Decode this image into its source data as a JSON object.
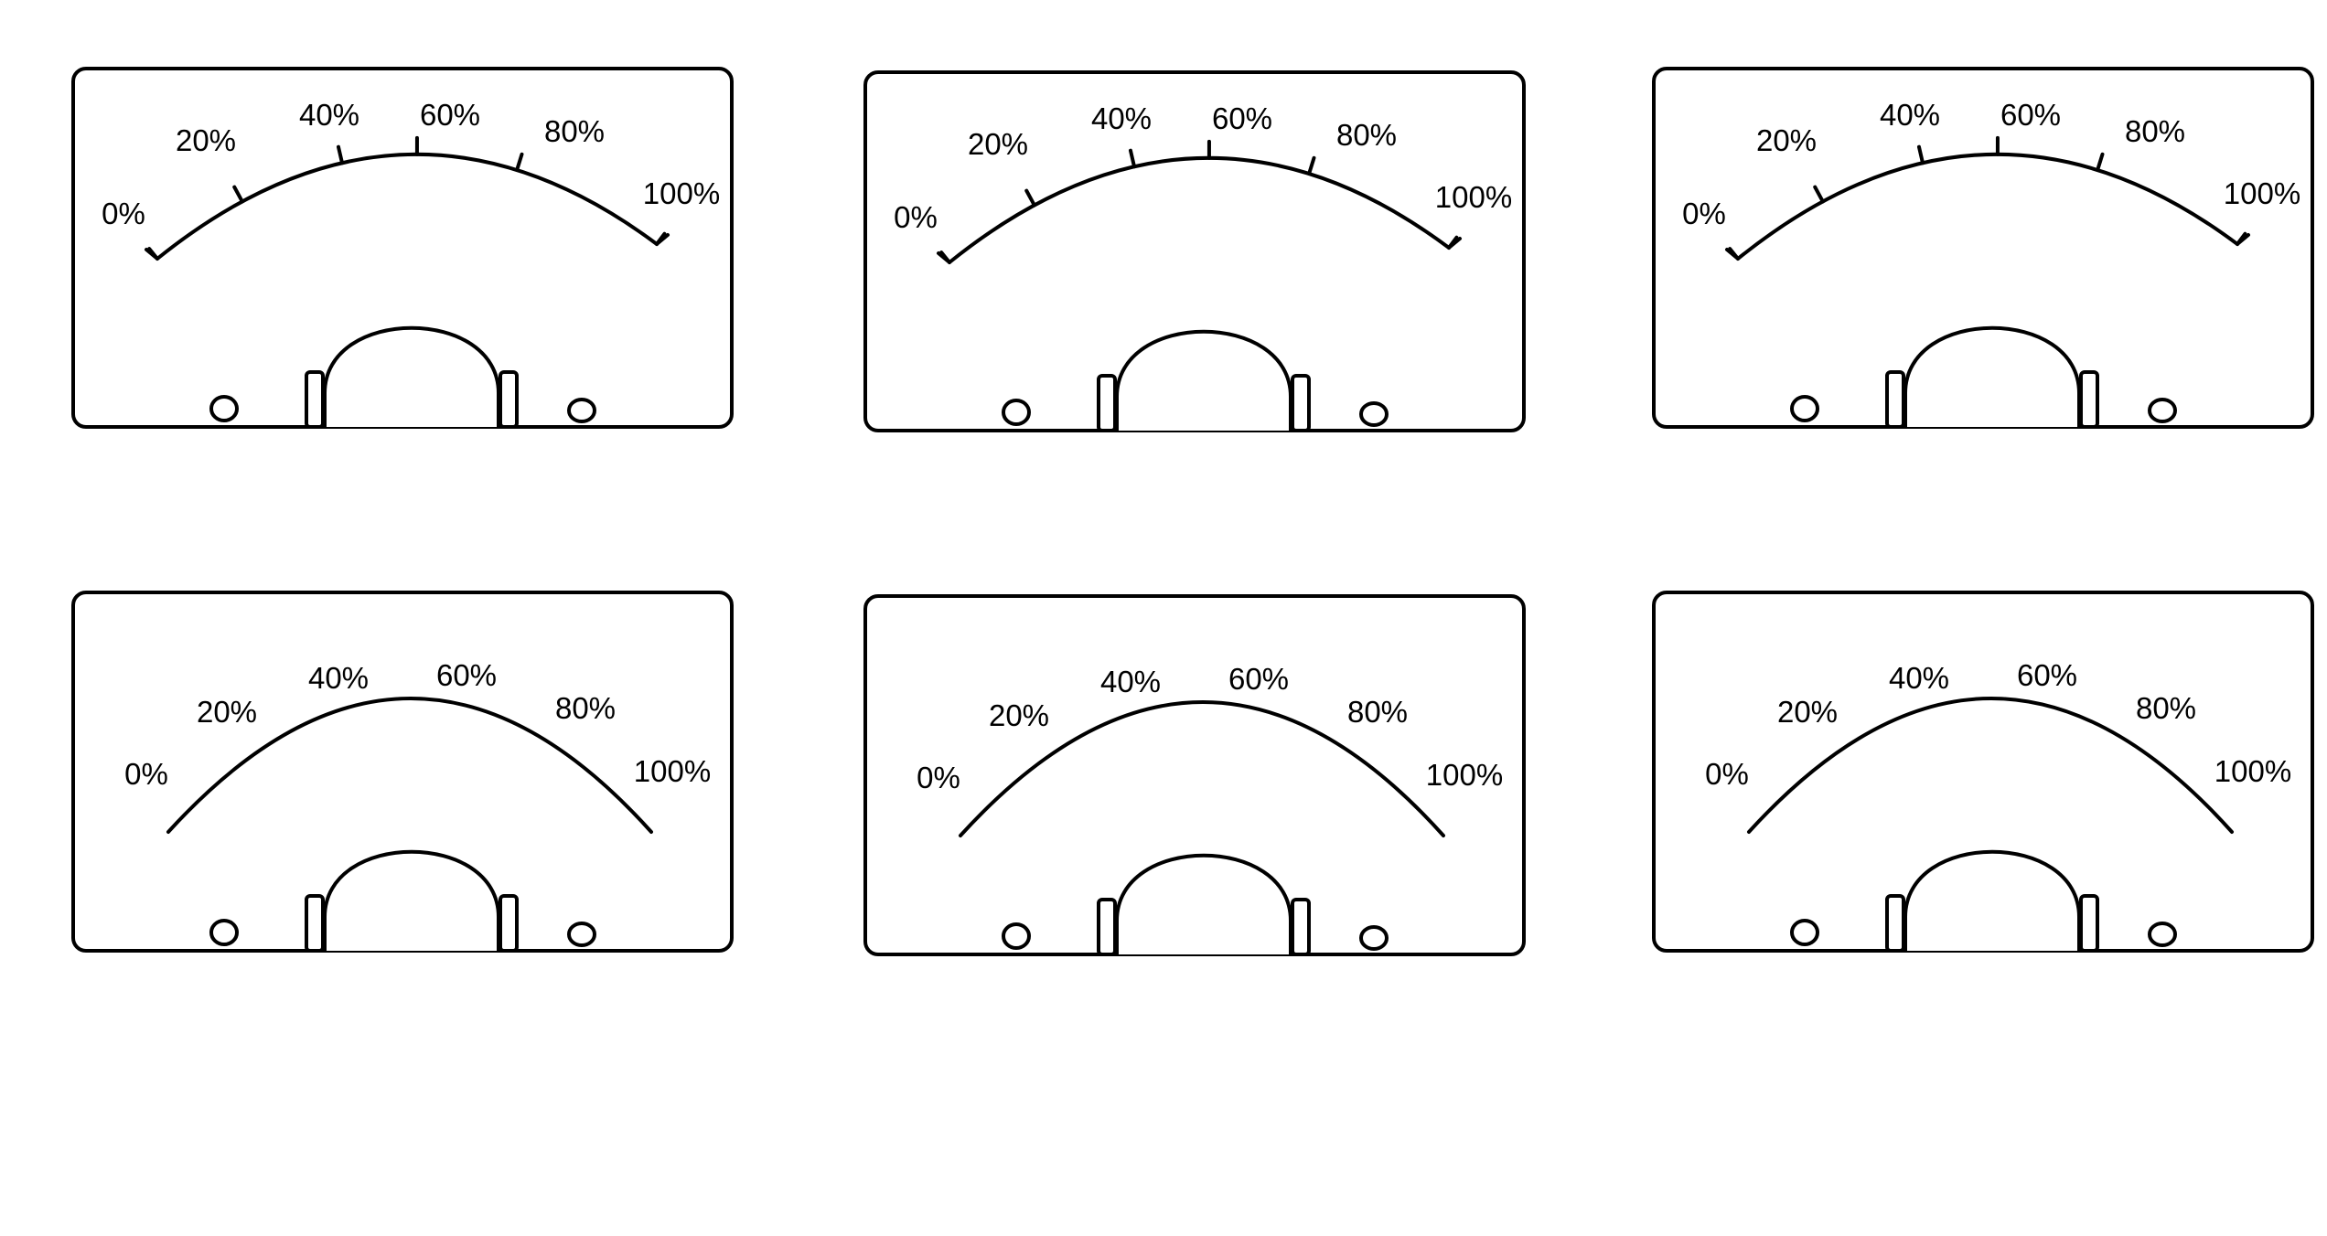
{
  "colors": {
    "background": "#ffffff",
    "ink": "#000000"
  },
  "scale_labels": [
    "0%",
    "20%",
    "40%",
    "60%",
    "80%",
    "100%"
  ],
  "panels": [
    {
      "row": 1,
      "column": 1,
      "ticks": true
    },
    {
      "row": 1,
      "column": 2,
      "ticks": true
    },
    {
      "row": 1,
      "column": 3,
      "ticks": true
    },
    {
      "row": 2,
      "column": 1,
      "ticks": false
    },
    {
      "row": 2,
      "column": 2,
      "ticks": false
    },
    {
      "row": 2,
      "column": 3,
      "ticks": false
    }
  ]
}
